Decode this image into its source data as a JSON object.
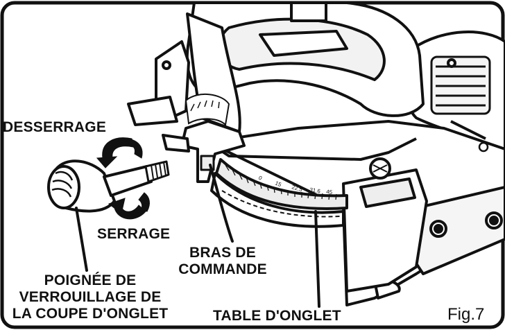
{
  "labels": {
    "desserrage": "DESSERRAGE",
    "serrage": "SERRAGE",
    "bras_line1": "BRAS DE",
    "bras_line2": "COMMANDE",
    "poignee_line1": "POIGNÉE DE",
    "poignee_line2": "VERROUILLAGE DE",
    "poignee_line3": "LA COUPE D'ONGLET",
    "table_onglet": "TABLE D'ONGLET",
    "figure": "Fig.7"
  },
  "scale_marks": [
    "0",
    "15",
    "22.5",
    "31.6",
    "45"
  ],
  "colors": {
    "ink": "#111111",
    "paper": "#ffffff",
    "shade": "#3a3a3a",
    "light_fill": "#e6e6e6"
  }
}
